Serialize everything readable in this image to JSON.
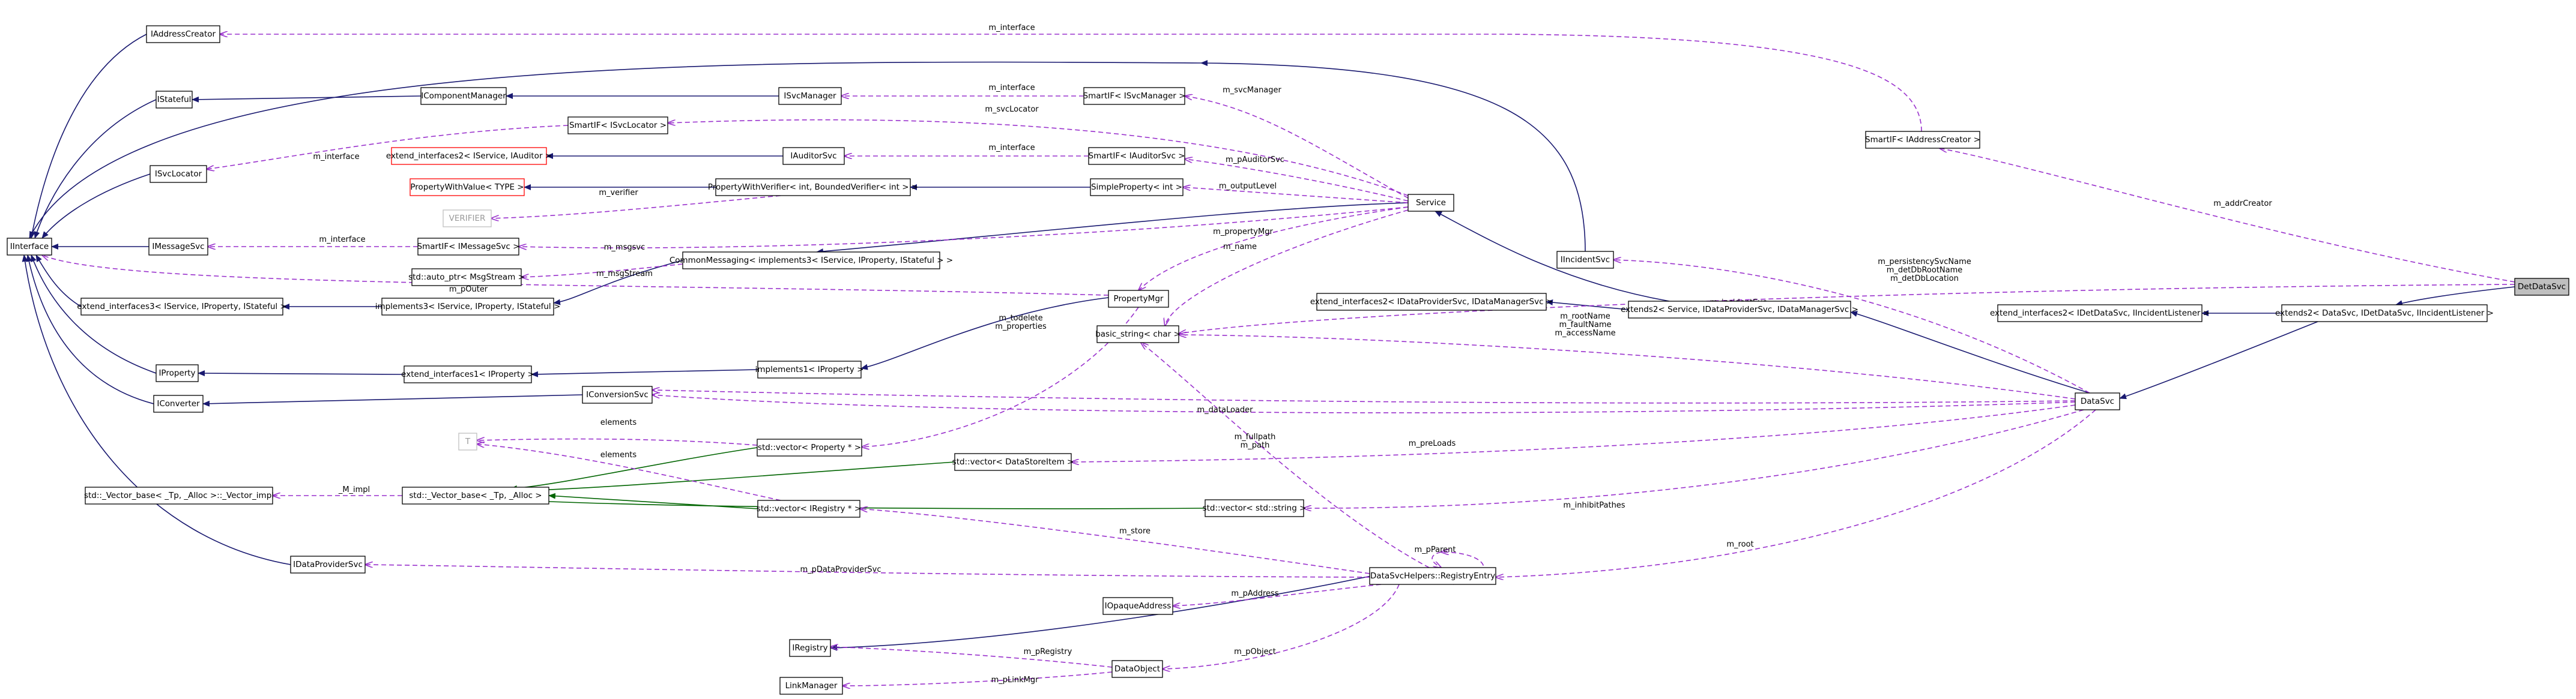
{
  "diagram": {
    "nodes": [
      {
        "id": "IAddressCreator",
        "label": "IAddressCreator"
      },
      {
        "id": "IStateful",
        "label": "IStateful"
      },
      {
        "id": "IComponentManager",
        "label": "IComponentManager"
      },
      {
        "id": "ISvcManager",
        "label": "ISvcManager"
      },
      {
        "id": "SmartIF_ISvcManager",
        "label": "SmartIF< ISvcManager >"
      },
      {
        "id": "SmartIF_ISvcLocator",
        "label": "SmartIF< ISvcLocator >"
      },
      {
        "id": "ISvcLocator",
        "label": "ISvcLocator"
      },
      {
        "id": "extend_interfaces2_IService_IAuditor",
        "label": "extend_interfaces2< IService, IAuditor >"
      },
      {
        "id": "IAuditorSvc",
        "label": "IAuditorSvc"
      },
      {
        "id": "SmartIF_IAuditorSvc",
        "label": "SmartIF< IAuditorSvc >"
      },
      {
        "id": "PropertyWithValue",
        "label": "PropertyWithValue< TYPE >"
      },
      {
        "id": "PropertyWithVerifier",
        "label": "PropertyWithVerifier< int, BoundedVerifier< int > >"
      },
      {
        "id": "SimpleProperty",
        "label": "SimpleProperty< int >"
      },
      {
        "id": "VERIFIER",
        "label": "VERIFIER"
      },
      {
        "id": "Service",
        "label": "Service"
      },
      {
        "id": "IInterface",
        "label": "IInterface"
      },
      {
        "id": "IMessageSvc",
        "label": "IMessageSvc"
      },
      {
        "id": "SmartIF_IMessageSvc",
        "label": "SmartIF< IMessageSvc >"
      },
      {
        "id": "CommonMessaging",
        "label": "CommonMessaging< implements3< IService, IProperty, IStateful > >"
      },
      {
        "id": "auto_ptr_MsgStream",
        "label": "std::auto_ptr< MsgStream >"
      },
      {
        "id": "extend_interfaces3",
        "label": "extend_interfaces3< IService, IProperty, IStateful >"
      },
      {
        "id": "implements3",
        "label": "implements3< IService, IProperty, IStateful >"
      },
      {
        "id": "SmartIF_IAddressCreator",
        "label": "SmartIF< IAddressCreator >"
      },
      {
        "id": "IIncidentSvc",
        "label": "IIncidentSvc"
      },
      {
        "id": "DetDataSvc",
        "label": "DetDataSvc"
      },
      {
        "id": "extend_interfaces2_IDataProviderSvc_IDataManagerSvc",
        "label": "extend_interfaces2< IDataProviderSvc, IDataManagerSvc >"
      },
      {
        "id": "extends2_Service",
        "label": "extends2< Service, IDataProviderSvc, IDataManagerSvc >"
      },
      {
        "id": "extend_interfaces2_IDetDataSvc_IIncidentListener",
        "label": "extend_interfaces2< IDetDataSvc, IIncidentListener >"
      },
      {
        "id": "extends2_DataSvc",
        "label": "extends2< DataSvc, IDetDataSvc, IIncidentListener >"
      },
      {
        "id": "PropertyMgr",
        "label": "PropertyMgr"
      },
      {
        "id": "IProperty",
        "label": "IProperty"
      },
      {
        "id": "extend_interfaces1_IProperty",
        "label": "extend_interfaces1< IProperty >"
      },
      {
        "id": "implements1_IProperty",
        "label": "implements1< IProperty >"
      },
      {
        "id": "basic_string",
        "label": "basic_string< char >"
      },
      {
        "id": "IConverter",
        "label": "IConverter"
      },
      {
        "id": "IConversionSvc",
        "label": "IConversionSvc"
      },
      {
        "id": "DataSvc",
        "label": "DataSvc"
      },
      {
        "id": "T",
        "label": "T"
      },
      {
        "id": "vector_Property",
        "label": "std::vector< Property * >"
      },
      {
        "id": "vector_DataStoreItem",
        "label": "std::vector< DataStoreItem >"
      },
      {
        "id": "Vector_impl",
        "label": "std::_Vector_base< _Tp, _Alloc >::_Vector_impl"
      },
      {
        "id": "Vector_base",
        "label": "std::_Vector_base< _Tp, _Alloc >"
      },
      {
        "id": "vector_IRegistry",
        "label": "std::vector< IRegistry * >"
      },
      {
        "id": "vector_string",
        "label": "std::vector< std::string >"
      },
      {
        "id": "IDataProviderSvc",
        "label": "IDataProviderSvc"
      },
      {
        "id": "RegistryEntry",
        "label": "DataSvcHelpers::RegistryEntry"
      },
      {
        "id": "IOpaqueAddress",
        "label": "IOpaqueAddress"
      },
      {
        "id": "IRegistry",
        "label": "IRegistry"
      },
      {
        "id": "DataObject",
        "label": "DataObject"
      },
      {
        "id": "LinkManager",
        "label": "LinkManager"
      }
    ],
    "edge_labels": [
      "m_interface",
      "m_interface",
      "m_svcManager",
      "m_svcLocator",
      "m_interface",
      "m_interface",
      "m_pAuditorSvc",
      "m_verifier",
      "m_outputLevel",
      "m_interface",
      "m_msgsvc",
      "m_msgStream",
      "m_addrCreator",
      "m_persistencySvcName\nm_detDbRootName\nm_detDbLocation",
      "m_incidentSvc",
      "m_pOuter",
      "m_propertyMgr",
      "m_name",
      "m_todelete\nm_properties",
      "m_rootName\nm_faultName\nm_accessName",
      "m_dataLoader",
      "elements",
      "elements",
      "m_preLoads",
      "_M_impl",
      "m_inhibitPathes",
      "m_fullpath\nm_path",
      "m_store",
      "m_pParent",
      "m_root",
      "m_pDataProviderSvc",
      "m_pAddress",
      "m_pRegistry",
      "m_pObject",
      "m_pLinkMgr"
    ]
  }
}
